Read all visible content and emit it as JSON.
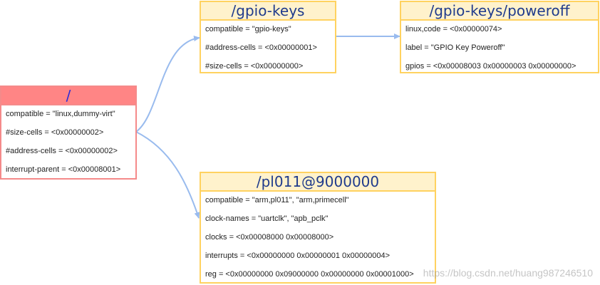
{
  "nodes": {
    "root": {
      "title": "/",
      "rows": [
        "compatible = \"linux,dummy-virt\"",
        "#size-cells = <0x00000002>",
        "#address-cells = <0x00000002>",
        "interrupt-parent = <0x00008001>"
      ]
    },
    "gpio_keys": {
      "title": "/gpio-keys",
      "rows": [
        "compatible = \"gpio-keys\"",
        "#address-cells = <0x00000001>",
        "#size-cells = <0x00000000>"
      ]
    },
    "poweroff": {
      "title": "/gpio-keys/poweroff",
      "rows": [
        "linux,code = <0x00000074>",
        "label = \"GPIO Key Poweroff\"",
        "gpios = <0x00008003 0x00000003 0x00000000>"
      ]
    },
    "pl011": {
      "title": "/pl011@9000000",
      "rows": [
        "compatible = \"arm,pl011\", \"arm,primecell\"",
        "clock-names = \"uartclk\", \"apb_pclk\"",
        "clocks = <0x00008000 0x00008000>",
        "interrupts = <0x00000000 0x00000001 0x00000004>",
        "reg = <0x00000000 0x09000000 0x00000000 0x00001000>"
      ]
    }
  },
  "watermark": "https://blog.csdn.net/huang987246510",
  "colors": {
    "edge": "#99bbee",
    "yellow_border": "#ffd260",
    "yellow_header": "#fff2cc",
    "red_border": "#f58a8a",
    "red_header": "#ff8585",
    "title_text": "#1f3b8c"
  }
}
